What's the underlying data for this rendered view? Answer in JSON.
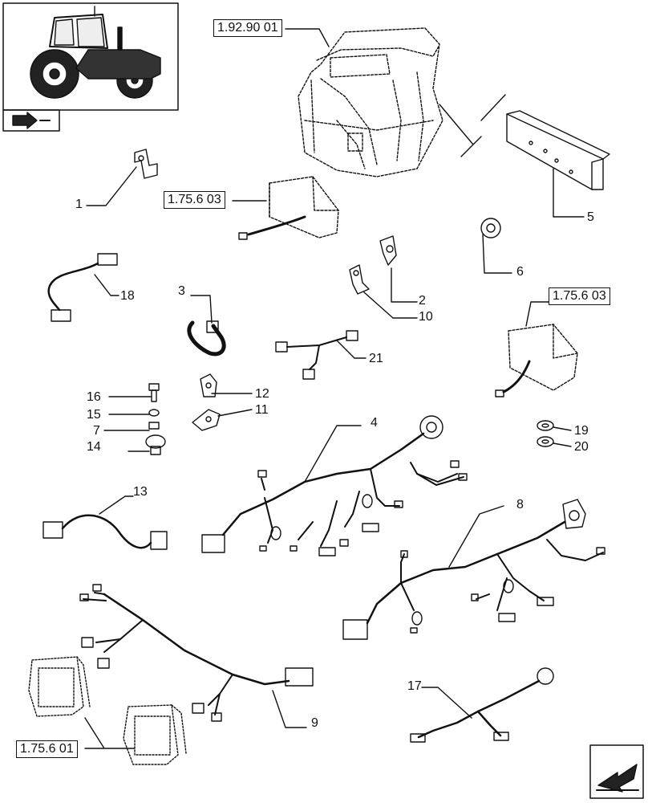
{
  "references": {
    "cab": "1.92.90 01",
    "control_unit_top": "1.75.6 03",
    "control_unit_right": "1.75.6 03",
    "work_lights": "1.75.6 01"
  },
  "callouts": {
    "c1": "1",
    "c2": "2",
    "c3": "3",
    "c4": "4",
    "c5": "5",
    "c6": "6",
    "c7": "7",
    "c8": "8",
    "c9": "9",
    "c10": "10",
    "c11": "11",
    "c12": "12",
    "c13": "13",
    "c14": "14",
    "c15": "15",
    "c16": "16",
    "c17": "17",
    "c18": "18",
    "c19": "19",
    "c20": "20",
    "c21": "21"
  },
  "icons": {
    "thumbnail": "tractor-icon",
    "prev_nav": "arrow-icon",
    "next_nav": "arrow-icon"
  }
}
